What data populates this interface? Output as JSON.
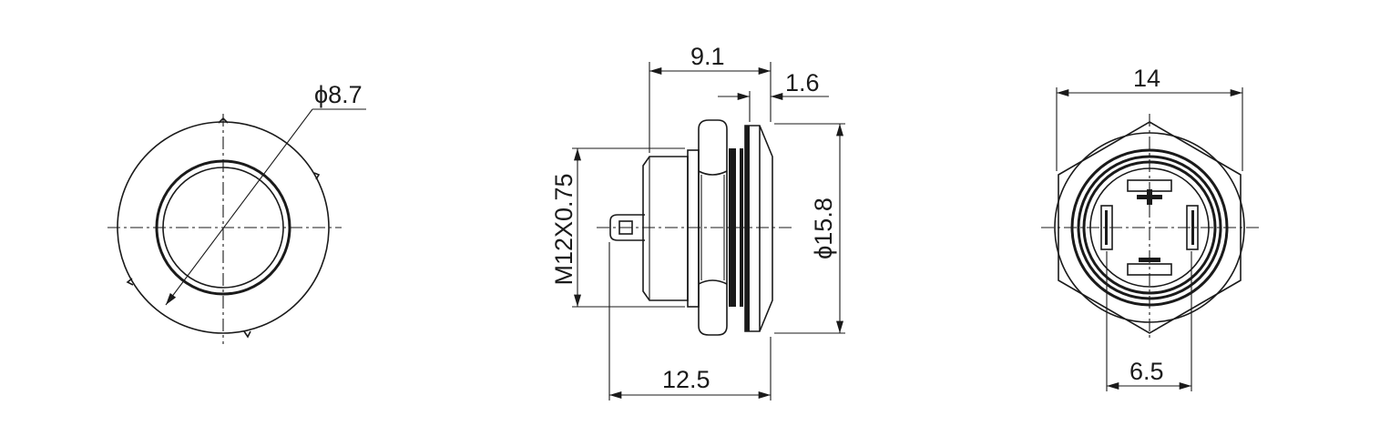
{
  "dimensions": {
    "front_diameter": "ϕ8.7",
    "side_length": "9.1",
    "flange_thickness": "1.6",
    "thread": "M12X0.75",
    "flange_diameter": "ϕ15.8",
    "overall_length": "12.5",
    "hex_width": "14",
    "pin_spacing": "6.5"
  },
  "colors": {
    "line": "#1a1a1a",
    "background": "#ffffff"
  }
}
